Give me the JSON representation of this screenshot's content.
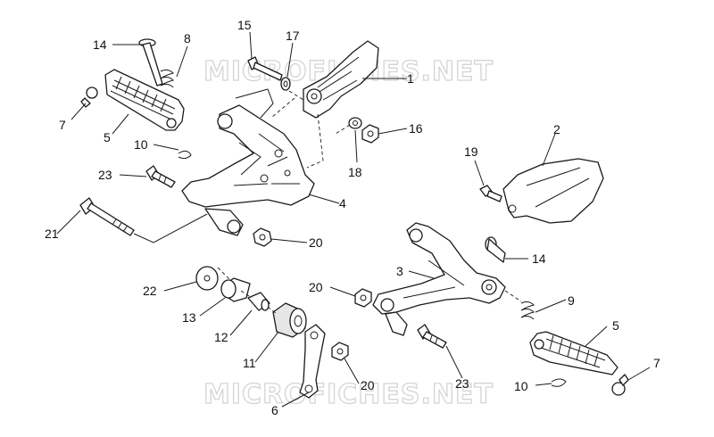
{
  "watermark": {
    "top": "MICROFICHES.NET",
    "bottom": "MICROFICHES.NET"
  },
  "callouts": [
    {
      "id": "c-1",
      "label": "1"
    },
    {
      "id": "c-2",
      "label": "2"
    },
    {
      "id": "c-3",
      "label": "3"
    },
    {
      "id": "c-4",
      "label": "4"
    },
    {
      "id": "c-5a",
      "label": "5"
    },
    {
      "id": "c-5b",
      "label": "5"
    },
    {
      "id": "c-6",
      "label": "6"
    },
    {
      "id": "c-7a",
      "label": "7"
    },
    {
      "id": "c-7b",
      "label": "7"
    },
    {
      "id": "c-8",
      "label": "8"
    },
    {
      "id": "c-9",
      "label": "9"
    },
    {
      "id": "c-10a",
      "label": "10"
    },
    {
      "id": "c-10b",
      "label": "10"
    },
    {
      "id": "c-11",
      "label": "11"
    },
    {
      "id": "c-12",
      "label": "12"
    },
    {
      "id": "c-13",
      "label": "13"
    },
    {
      "id": "c-14a",
      "label": "14"
    },
    {
      "id": "c-14b",
      "label": "14"
    },
    {
      "id": "c-15",
      "label": "15"
    },
    {
      "id": "c-17",
      "label": "17"
    },
    {
      "id": "c-16",
      "label": "16"
    },
    {
      "id": "c-18",
      "label": "18"
    },
    {
      "id": "c-19",
      "label": "19"
    },
    {
      "id": "c-20a",
      "label": "20"
    },
    {
      "id": "c-20b",
      "label": "20"
    },
    {
      "id": "c-20c",
      "label": "20"
    },
    {
      "id": "c-21",
      "label": "21"
    },
    {
      "id": "c-22",
      "label": "22"
    },
    {
      "id": "c-23a",
      "label": "23"
    },
    {
      "id": "c-23b",
      "label": "23"
    }
  ]
}
